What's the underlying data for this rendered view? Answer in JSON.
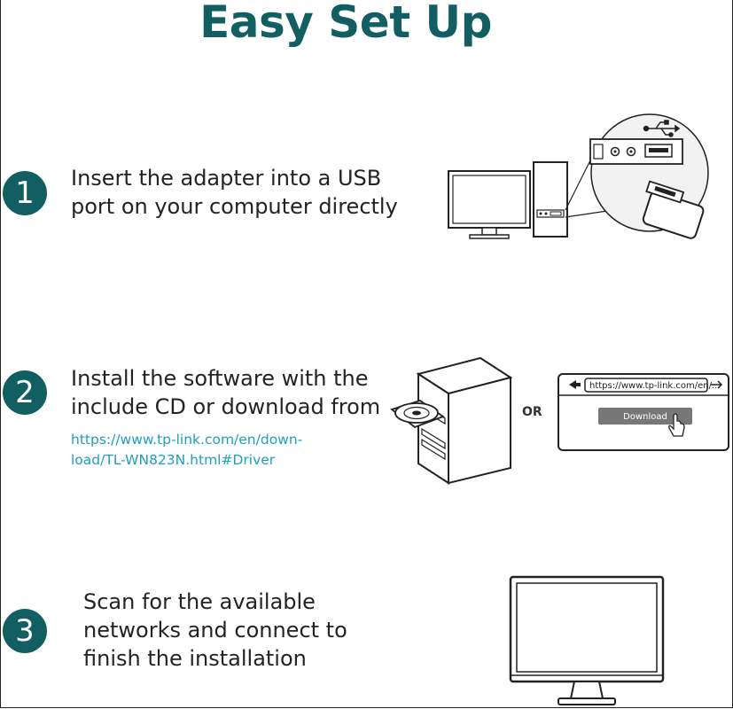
{
  "title": "Easy Set Up",
  "steps": [
    {
      "number": "1",
      "lines": [
        "Insert the adapter into a USB",
        "port on your computer directly"
      ]
    },
    {
      "number": "2",
      "lines": [
        "Install the software with the",
        "include CD or download from"
      ],
      "link_lines": [
        "https://www.tp-link.com/en/down-",
        "load/TL-WN823N.html#Driver"
      ]
    },
    {
      "number": "3",
      "lines": [
        "Scan for the available",
        "networks and connect to",
        "finish the installation"
      ]
    }
  ],
  "or_label": "OR",
  "browser": {
    "url": "https://www.tp-link.com/en/...",
    "download_label": "Download"
  },
  "icons": [
    "usb-icon",
    "back-arrow-icon",
    "forward-arrow-icon",
    "hand-cursor-icon"
  ],
  "colors": {
    "accent": "#115e63",
    "link": "#1d9fc2"
  }
}
